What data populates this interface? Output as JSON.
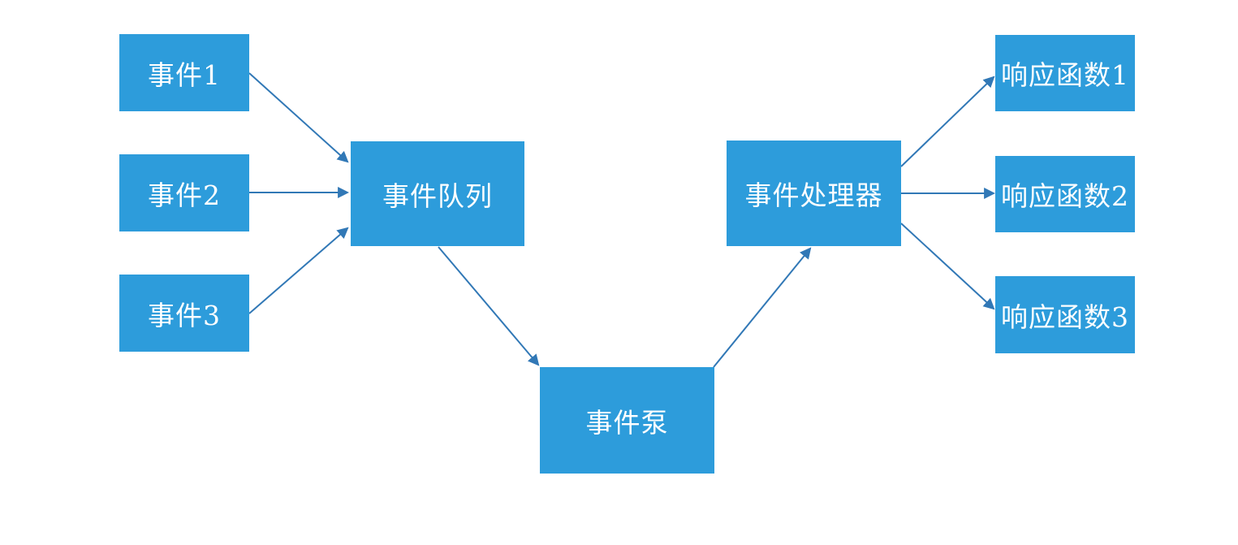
{
  "diagram": {
    "type": "flowchart",
    "background_color": "#ffffff",
    "node_fill_color": "#2d9cdb",
    "node_text_color": "#ffffff",
    "arrow_color": "#3178b6",
    "nodes": {
      "event1": {
        "label": "事件1"
      },
      "event2": {
        "label": "事件2"
      },
      "event3": {
        "label": "事件3"
      },
      "queue": {
        "label": "事件队列"
      },
      "pump": {
        "label": "事件泵"
      },
      "processor": {
        "label": "事件处理器"
      },
      "handler1": {
        "label": "响应函数1"
      },
      "handler2": {
        "label": "响应函数2"
      },
      "handler3": {
        "label": "响应函数3"
      }
    },
    "edges": [
      {
        "from": "event1",
        "to": "queue"
      },
      {
        "from": "event2",
        "to": "queue"
      },
      {
        "from": "event3",
        "to": "queue"
      },
      {
        "from": "queue",
        "to": "pump"
      },
      {
        "from": "pump",
        "to": "processor"
      },
      {
        "from": "processor",
        "to": "handler1"
      },
      {
        "from": "processor",
        "to": "handler2"
      },
      {
        "from": "processor",
        "to": "handler3"
      }
    ]
  }
}
